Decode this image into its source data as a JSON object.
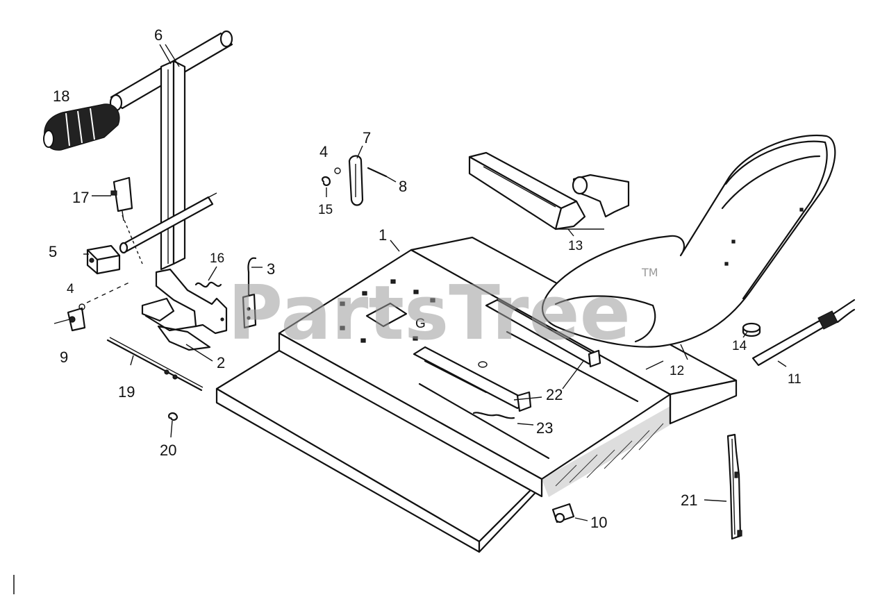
{
  "watermark": {
    "text": "PartsTree",
    "trademark": "TM"
  },
  "callouts": {
    "c1": "1",
    "c2": "2",
    "c3": "3",
    "c4a": "4",
    "c4b": "4",
    "c5": "5",
    "c6": "6",
    "c7": "7",
    "c8": "8",
    "c9": "9",
    "c10": "10",
    "c11": "11",
    "c12": "12",
    "c13": "13",
    "c14": "14",
    "c15": "15",
    "c16": "16",
    "c17": "17",
    "c18": "18",
    "c19": "19",
    "c20": "20",
    "c21": "21",
    "c22": "22",
    "c23": "23"
  },
  "colors": {
    "ink": "#111111",
    "watermark": "#9a9a9a",
    "background": "#ffffff"
  }
}
